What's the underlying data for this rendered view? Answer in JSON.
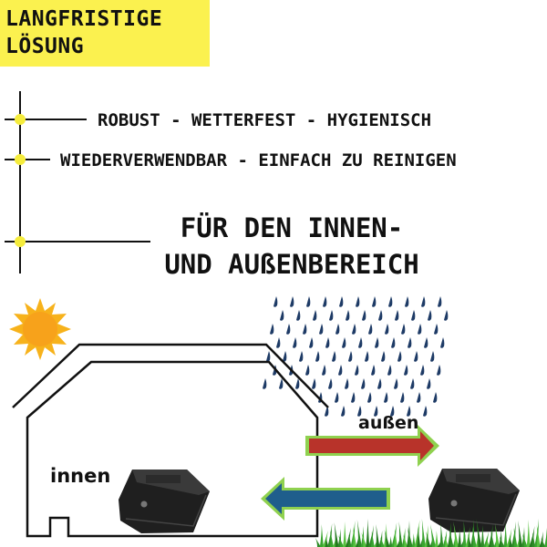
{
  "badge": {
    "line1": "LANGFRISTIGE",
    "line2": "LÖSUNG"
  },
  "features": {
    "line1": "ROBUST - WETTERFEST - HYGIENISCH",
    "line2": "WIEDERVERWENDBAR - EINFACH ZU REINIGEN",
    "line3a": "FÜR DEN INNEN-",
    "line3b": "UND AUßENBEREICH"
  },
  "scene": {
    "label_inside": "innen",
    "label_outside": "außen"
  },
  "colors": {
    "badge": "#fbf14f",
    "bullet": "#f5ec3c",
    "arrow_out": "#b8332a",
    "arrow_in": "#1f5e8c",
    "arrow_outline": "#8fd14f",
    "rain": "#1e3b66",
    "sun": "#f7a21b",
    "grass": "#3aa530"
  },
  "icons": [
    "sun-icon",
    "rain-icon",
    "house-icon",
    "arrow-right-icon",
    "arrow-left-icon",
    "bait-box-icon",
    "grass-icon"
  ]
}
